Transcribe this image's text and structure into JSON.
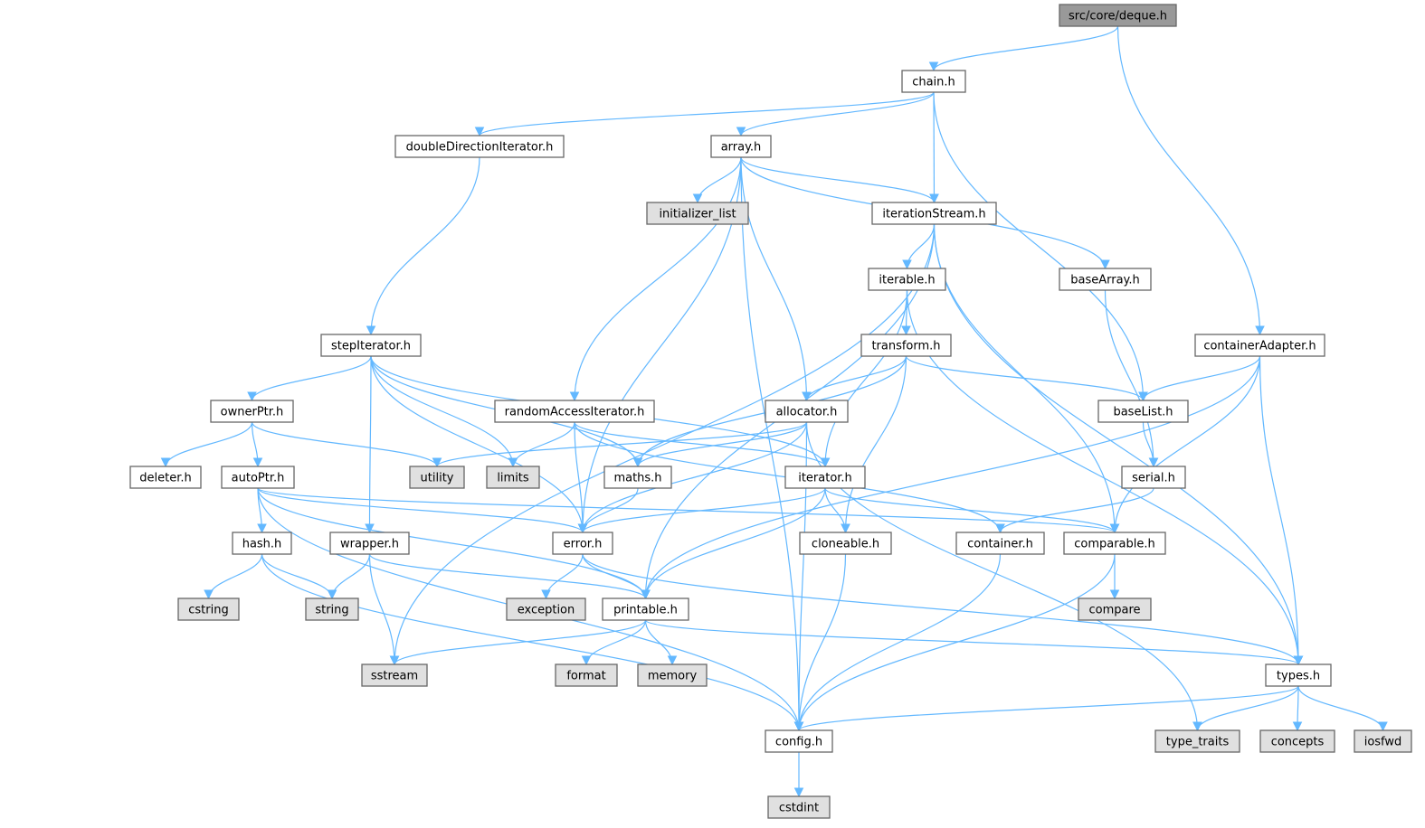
{
  "graph": {
    "colors": {
      "root_fill": "#999999",
      "file_fill": "#ffffff",
      "system_fill": "#e0e0e0",
      "edge": "#63b8ff",
      "border": "#666666"
    },
    "nodes": [
      {
        "id": "deque",
        "label": "src/core/deque.h",
        "kind": "root"
      },
      {
        "id": "chain",
        "label": "chain.h",
        "kind": "file"
      },
      {
        "id": "ddi",
        "label": "doubleDirectionIterator.h",
        "kind": "file"
      },
      {
        "id": "array",
        "label": "array.h",
        "kind": "file"
      },
      {
        "id": "initializer_list",
        "label": "initializer_list",
        "kind": "system"
      },
      {
        "id": "iterationStream",
        "label": "iterationStream.h",
        "kind": "file"
      },
      {
        "id": "iterable",
        "label": "iterable.h",
        "kind": "file"
      },
      {
        "id": "baseArray",
        "label": "baseArray.h",
        "kind": "file"
      },
      {
        "id": "stepIterator",
        "label": "stepIterator.h",
        "kind": "file"
      },
      {
        "id": "transform",
        "label": "transform.h",
        "kind": "file"
      },
      {
        "id": "containerAdapter",
        "label": "containerAdapter.h",
        "kind": "file"
      },
      {
        "id": "ownerPtr",
        "label": "ownerPtr.h",
        "kind": "file"
      },
      {
        "id": "rai",
        "label": "randomAccessIterator.h",
        "kind": "file"
      },
      {
        "id": "allocator",
        "label": "allocator.h",
        "kind": "file"
      },
      {
        "id": "baseList",
        "label": "baseList.h",
        "kind": "file"
      },
      {
        "id": "deleter",
        "label": "deleter.h",
        "kind": "file"
      },
      {
        "id": "autoPtr",
        "label": "autoPtr.h",
        "kind": "file"
      },
      {
        "id": "utility",
        "label": "utility",
        "kind": "system"
      },
      {
        "id": "limits",
        "label": "limits",
        "kind": "system"
      },
      {
        "id": "maths",
        "label": "maths.h",
        "kind": "file"
      },
      {
        "id": "iterator",
        "label": "iterator.h",
        "kind": "file"
      },
      {
        "id": "serial",
        "label": "serial.h",
        "kind": "file"
      },
      {
        "id": "hash",
        "label": "hash.h",
        "kind": "file"
      },
      {
        "id": "wrapper",
        "label": "wrapper.h",
        "kind": "file"
      },
      {
        "id": "error",
        "label": "error.h",
        "kind": "file"
      },
      {
        "id": "cloneable",
        "label": "cloneable.h",
        "kind": "file"
      },
      {
        "id": "container",
        "label": "container.h",
        "kind": "file"
      },
      {
        "id": "comparable",
        "label": "comparable.h",
        "kind": "file"
      },
      {
        "id": "cstring",
        "label": "cstring",
        "kind": "system"
      },
      {
        "id": "string",
        "label": "string",
        "kind": "system"
      },
      {
        "id": "exception",
        "label": "exception",
        "kind": "system"
      },
      {
        "id": "printable",
        "label": "printable.h",
        "kind": "file"
      },
      {
        "id": "compare",
        "label": "compare",
        "kind": "system"
      },
      {
        "id": "sstream",
        "label": "sstream",
        "kind": "system"
      },
      {
        "id": "format",
        "label": "format",
        "kind": "system"
      },
      {
        "id": "memory",
        "label": "memory",
        "kind": "system"
      },
      {
        "id": "types",
        "label": "types.h",
        "kind": "file"
      },
      {
        "id": "config",
        "label": "config.h",
        "kind": "file"
      },
      {
        "id": "type_traits",
        "label": "type_traits",
        "kind": "system"
      },
      {
        "id": "concepts",
        "label": "concepts",
        "kind": "system"
      },
      {
        "id": "iosfwd",
        "label": "iosfwd",
        "kind": "system"
      },
      {
        "id": "cstdint",
        "label": "cstdint",
        "kind": "system"
      }
    ],
    "edges": [
      [
        "deque",
        "chain"
      ],
      [
        "deque",
        "containerAdapter"
      ],
      [
        "chain",
        "ddi"
      ],
      [
        "chain",
        "array"
      ],
      [
        "chain",
        "iterationStream"
      ],
      [
        "chain",
        "baseList"
      ],
      [
        "ddi",
        "stepIterator"
      ],
      [
        "array",
        "config"
      ],
      [
        "array",
        "error"
      ],
      [
        "array",
        "initializer_list"
      ],
      [
        "array",
        "iterationStream"
      ],
      [
        "array",
        "baseArray"
      ],
      [
        "array",
        "allocator"
      ],
      [
        "array",
        "rai"
      ],
      [
        "iterationStream",
        "sstream"
      ],
      [
        "iterationStream",
        "iterable"
      ],
      [
        "iterationStream",
        "printable"
      ],
      [
        "iterationStream",
        "comparable"
      ],
      [
        "iterationStream",
        "types"
      ],
      [
        "iterable",
        "transform"
      ],
      [
        "iterable",
        "iterator"
      ],
      [
        "iterable",
        "types"
      ],
      [
        "baseArray",
        "serial"
      ],
      [
        "containerAdapter",
        "baseList"
      ],
      [
        "containerAdapter",
        "comparable"
      ],
      [
        "containerAdapter",
        "printable"
      ],
      [
        "containerAdapter",
        "types"
      ],
      [
        "stepIterator",
        "ownerPtr"
      ],
      [
        "stepIterator",
        "wrapper"
      ],
      [
        "stepIterator",
        "error"
      ],
      [
        "stepIterator",
        "limits"
      ],
      [
        "stepIterator",
        "maths"
      ],
      [
        "stepIterator",
        "iterator"
      ],
      [
        "transform",
        "maths"
      ],
      [
        "transform",
        "allocator"
      ],
      [
        "transform",
        "baseList"
      ],
      [
        "transform",
        "cloneable"
      ],
      [
        "ownerPtr",
        "deleter"
      ],
      [
        "ownerPtr",
        "autoPtr"
      ],
      [
        "ownerPtr",
        "utility"
      ],
      [
        "rai",
        "limits"
      ],
      [
        "rai",
        "error"
      ],
      [
        "rai",
        "iterator"
      ],
      [
        "rai",
        "container"
      ],
      [
        "allocator",
        "utility"
      ],
      [
        "allocator",
        "maths"
      ],
      [
        "allocator",
        "error"
      ],
      [
        "allocator",
        "config"
      ],
      [
        "allocator",
        "type_traits"
      ],
      [
        "baseList",
        "serial"
      ],
      [
        "serial",
        "container"
      ],
      [
        "autoPtr",
        "hash"
      ],
      [
        "autoPtr",
        "error"
      ],
      [
        "autoPtr",
        "printable"
      ],
      [
        "autoPtr",
        "config"
      ],
      [
        "autoPtr",
        "comparable"
      ],
      [
        "maths",
        "error"
      ],
      [
        "iterator",
        "error"
      ],
      [
        "iterator",
        "cloneable"
      ],
      [
        "iterator",
        "comparable"
      ],
      [
        "iterator",
        "printable"
      ],
      [
        "hash",
        "cstring"
      ],
      [
        "hash",
        "string"
      ],
      [
        "hash",
        "config"
      ],
      [
        "wrapper",
        "string"
      ],
      [
        "wrapper",
        "sstream"
      ],
      [
        "wrapper",
        "printable"
      ],
      [
        "error",
        "exception"
      ],
      [
        "error",
        "printable"
      ],
      [
        "error",
        "types"
      ],
      [
        "cloneable",
        "config"
      ],
      [
        "container",
        "config"
      ],
      [
        "comparable",
        "compare"
      ],
      [
        "comparable",
        "config"
      ],
      [
        "printable",
        "sstream"
      ],
      [
        "printable",
        "format"
      ],
      [
        "printable",
        "memory"
      ],
      [
        "printable",
        "types"
      ],
      [
        "types",
        "config"
      ],
      [
        "types",
        "type_traits"
      ],
      [
        "types",
        "concepts"
      ],
      [
        "types",
        "iosfwd"
      ],
      [
        "config",
        "cstdint"
      ]
    ]
  }
}
